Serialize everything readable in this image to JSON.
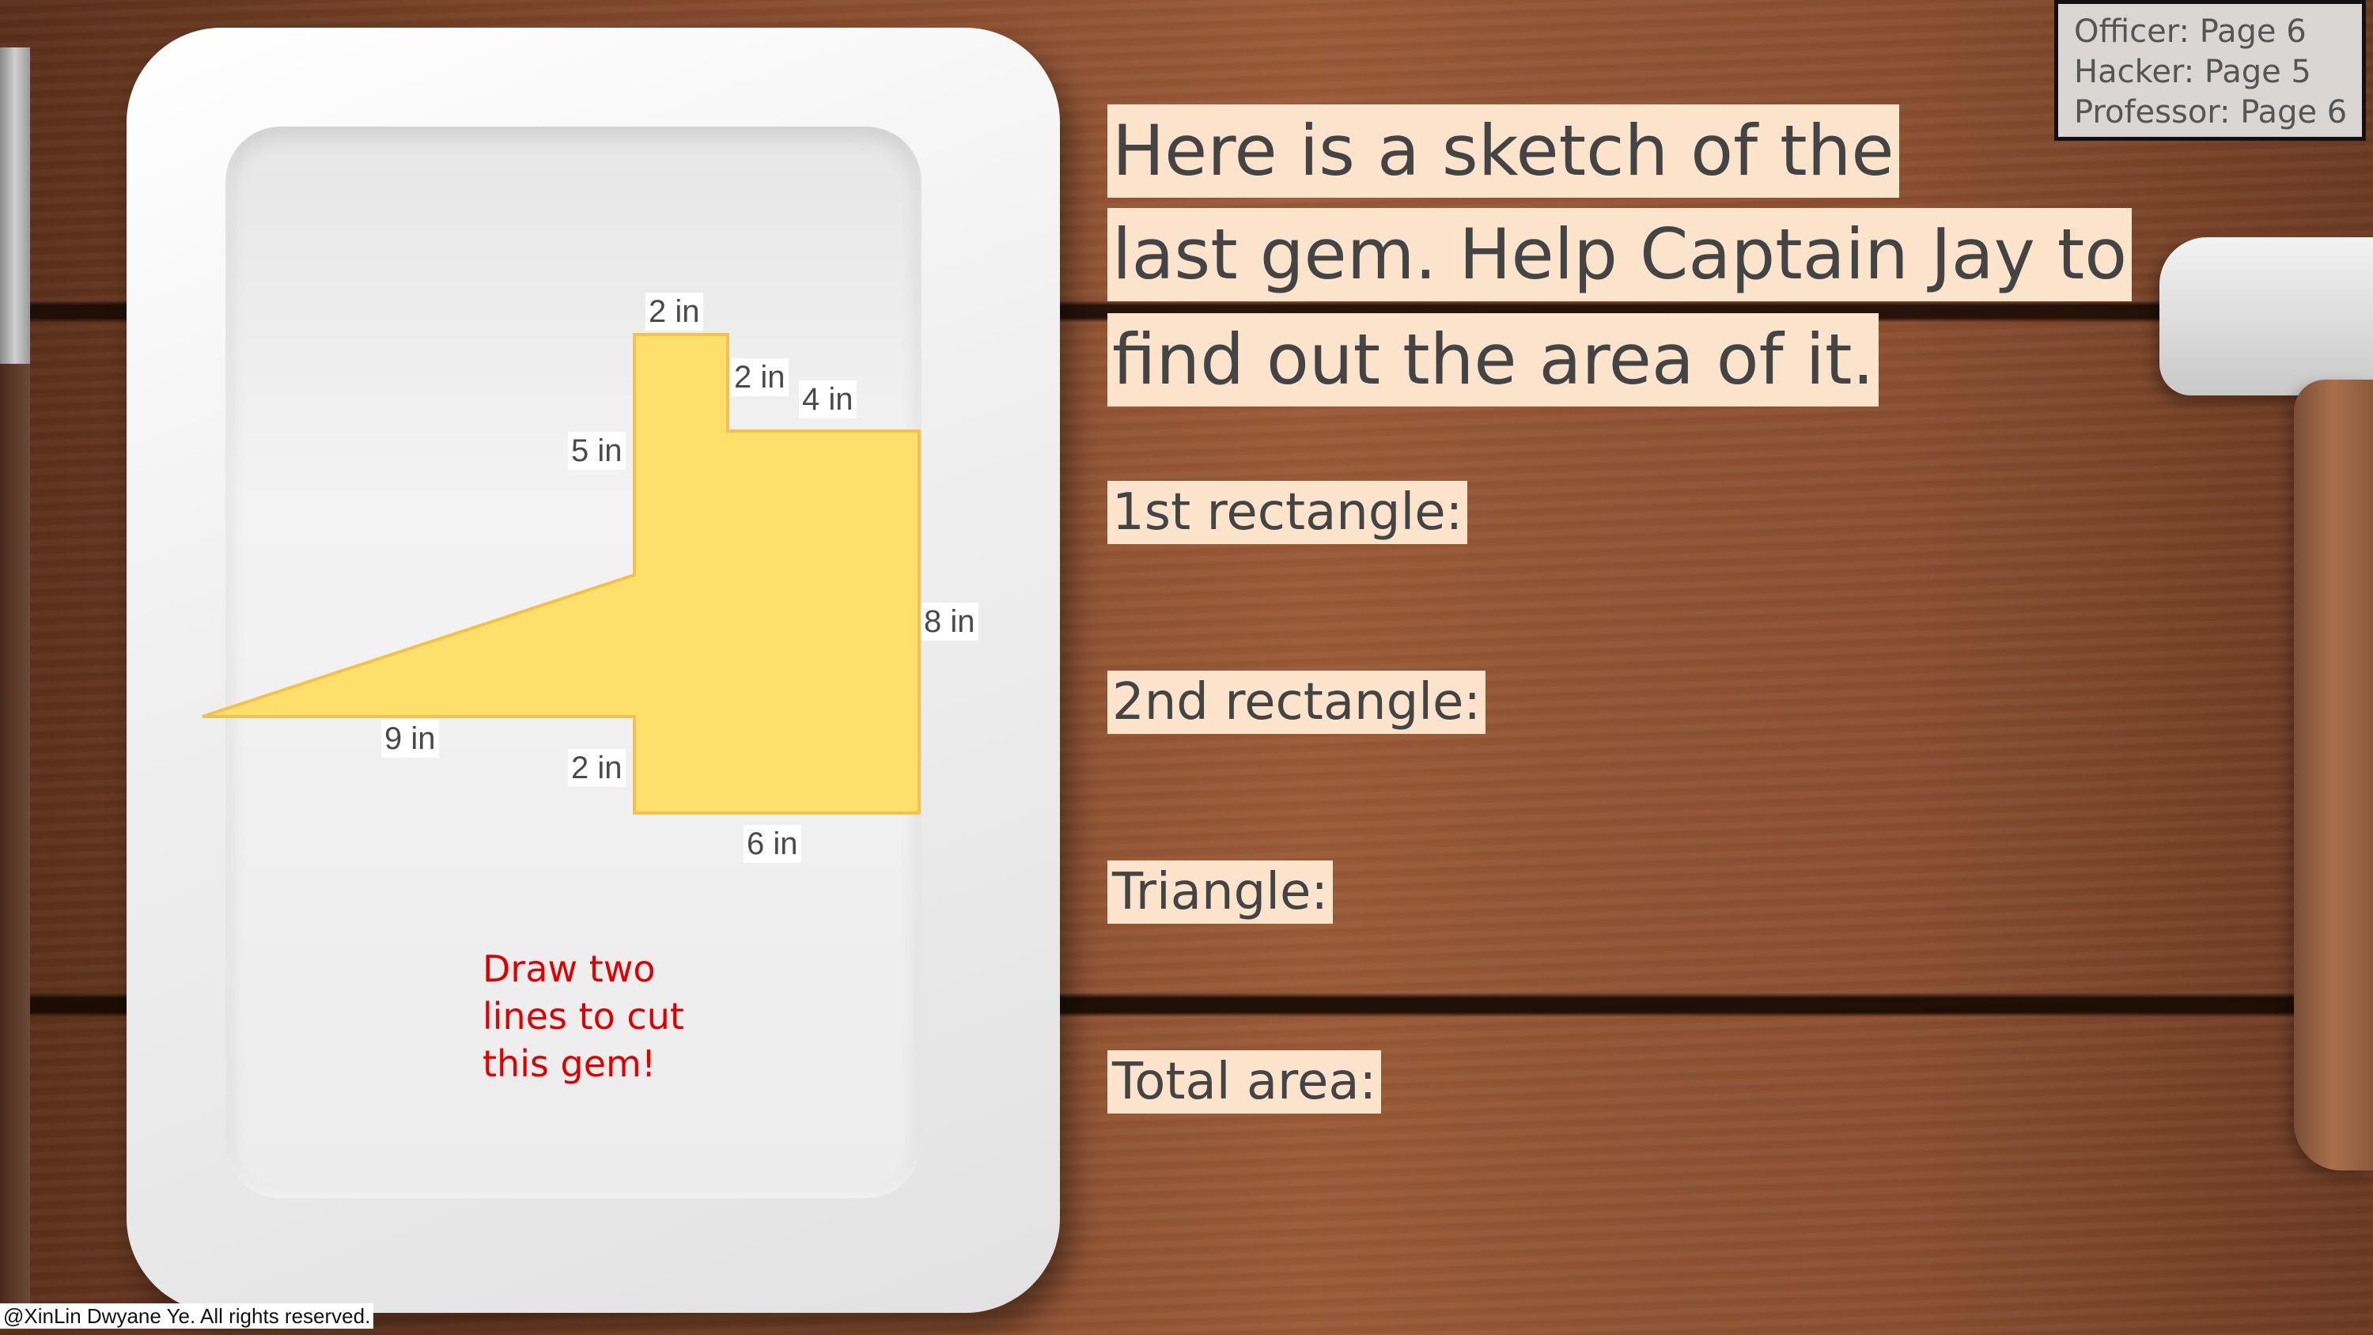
{
  "gem": {
    "fill_color": "#ffdf6b",
    "stroke_color": "#f2c14e",
    "dimensions": {
      "top_width": "2 in",
      "notch_height": "2 in",
      "step_width": "4 in",
      "left_height": "5 in",
      "right_height": "8 in",
      "triangle_base": "9 in",
      "bottom_left_height": "2 in",
      "bottom_width": "6 in"
    }
  },
  "hint": "Draw two lines to cut this gem!",
  "heading": {
    "line1": "Here is a sketch of the",
    "line2": "last gem. Help Captain Jay to",
    "line3": "find out the area of it."
  },
  "fields": {
    "rect1": "1st rectangle:",
    "rect2": "2nd rectangle:",
    "triangle": "Triangle:",
    "total": "Total area:"
  },
  "pages": {
    "officer": "Officer: Page 6",
    "hacker": "Hacker: Page 5",
    "professor": "Professor: Page 6"
  },
  "copyright": "@XinLin Dwyane Ye. All rights reserved."
}
